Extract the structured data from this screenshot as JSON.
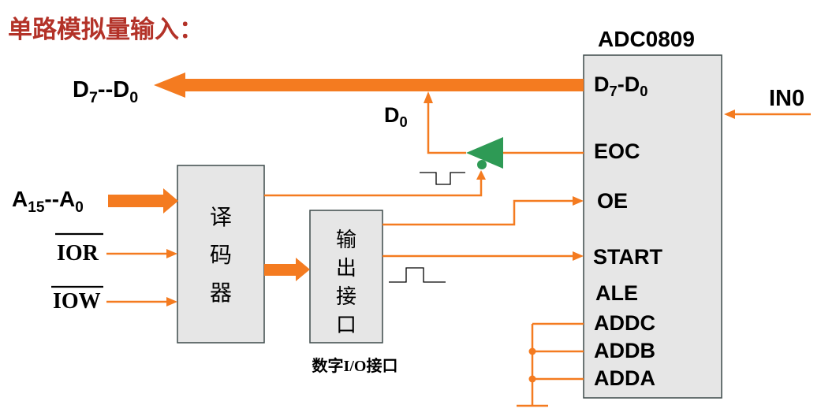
{
  "title": "单路模拟量输入：",
  "adc": {
    "name": "ADC0809",
    "pin_data": {
      "d": "D",
      "msb": "7",
      "sep": "-D",
      "lsb": "0"
    },
    "pin_eoc": "EOC",
    "pin_oe": "OE",
    "pin_start": "START",
    "pin_ale": "ALE",
    "pin_addc": "ADDC",
    "pin_addb": "ADDB",
    "pin_adda": "ADDA",
    "analog_in": "IN0"
  },
  "data_bus": {
    "d": "D",
    "msb": "7",
    "sep": "--D",
    "lsb": "0"
  },
  "d0": {
    "d": "D",
    "bit": "0"
  },
  "address_bus": {
    "a": "A",
    "msb": "15",
    "sep": "--A",
    "lsb": "0"
  },
  "read_signal": "IOR",
  "write_signal": "IOW",
  "decoder_label": "译码器",
  "output_port_label": "输出接口",
  "output_port_caption": "数字I/O接口",
  "colors": {
    "signal": "#f47b20",
    "title": "#b33228",
    "buffer": "#2e9a55",
    "box_fill": "#e6e6e6",
    "box_stroke": "#3d4a4a"
  }
}
